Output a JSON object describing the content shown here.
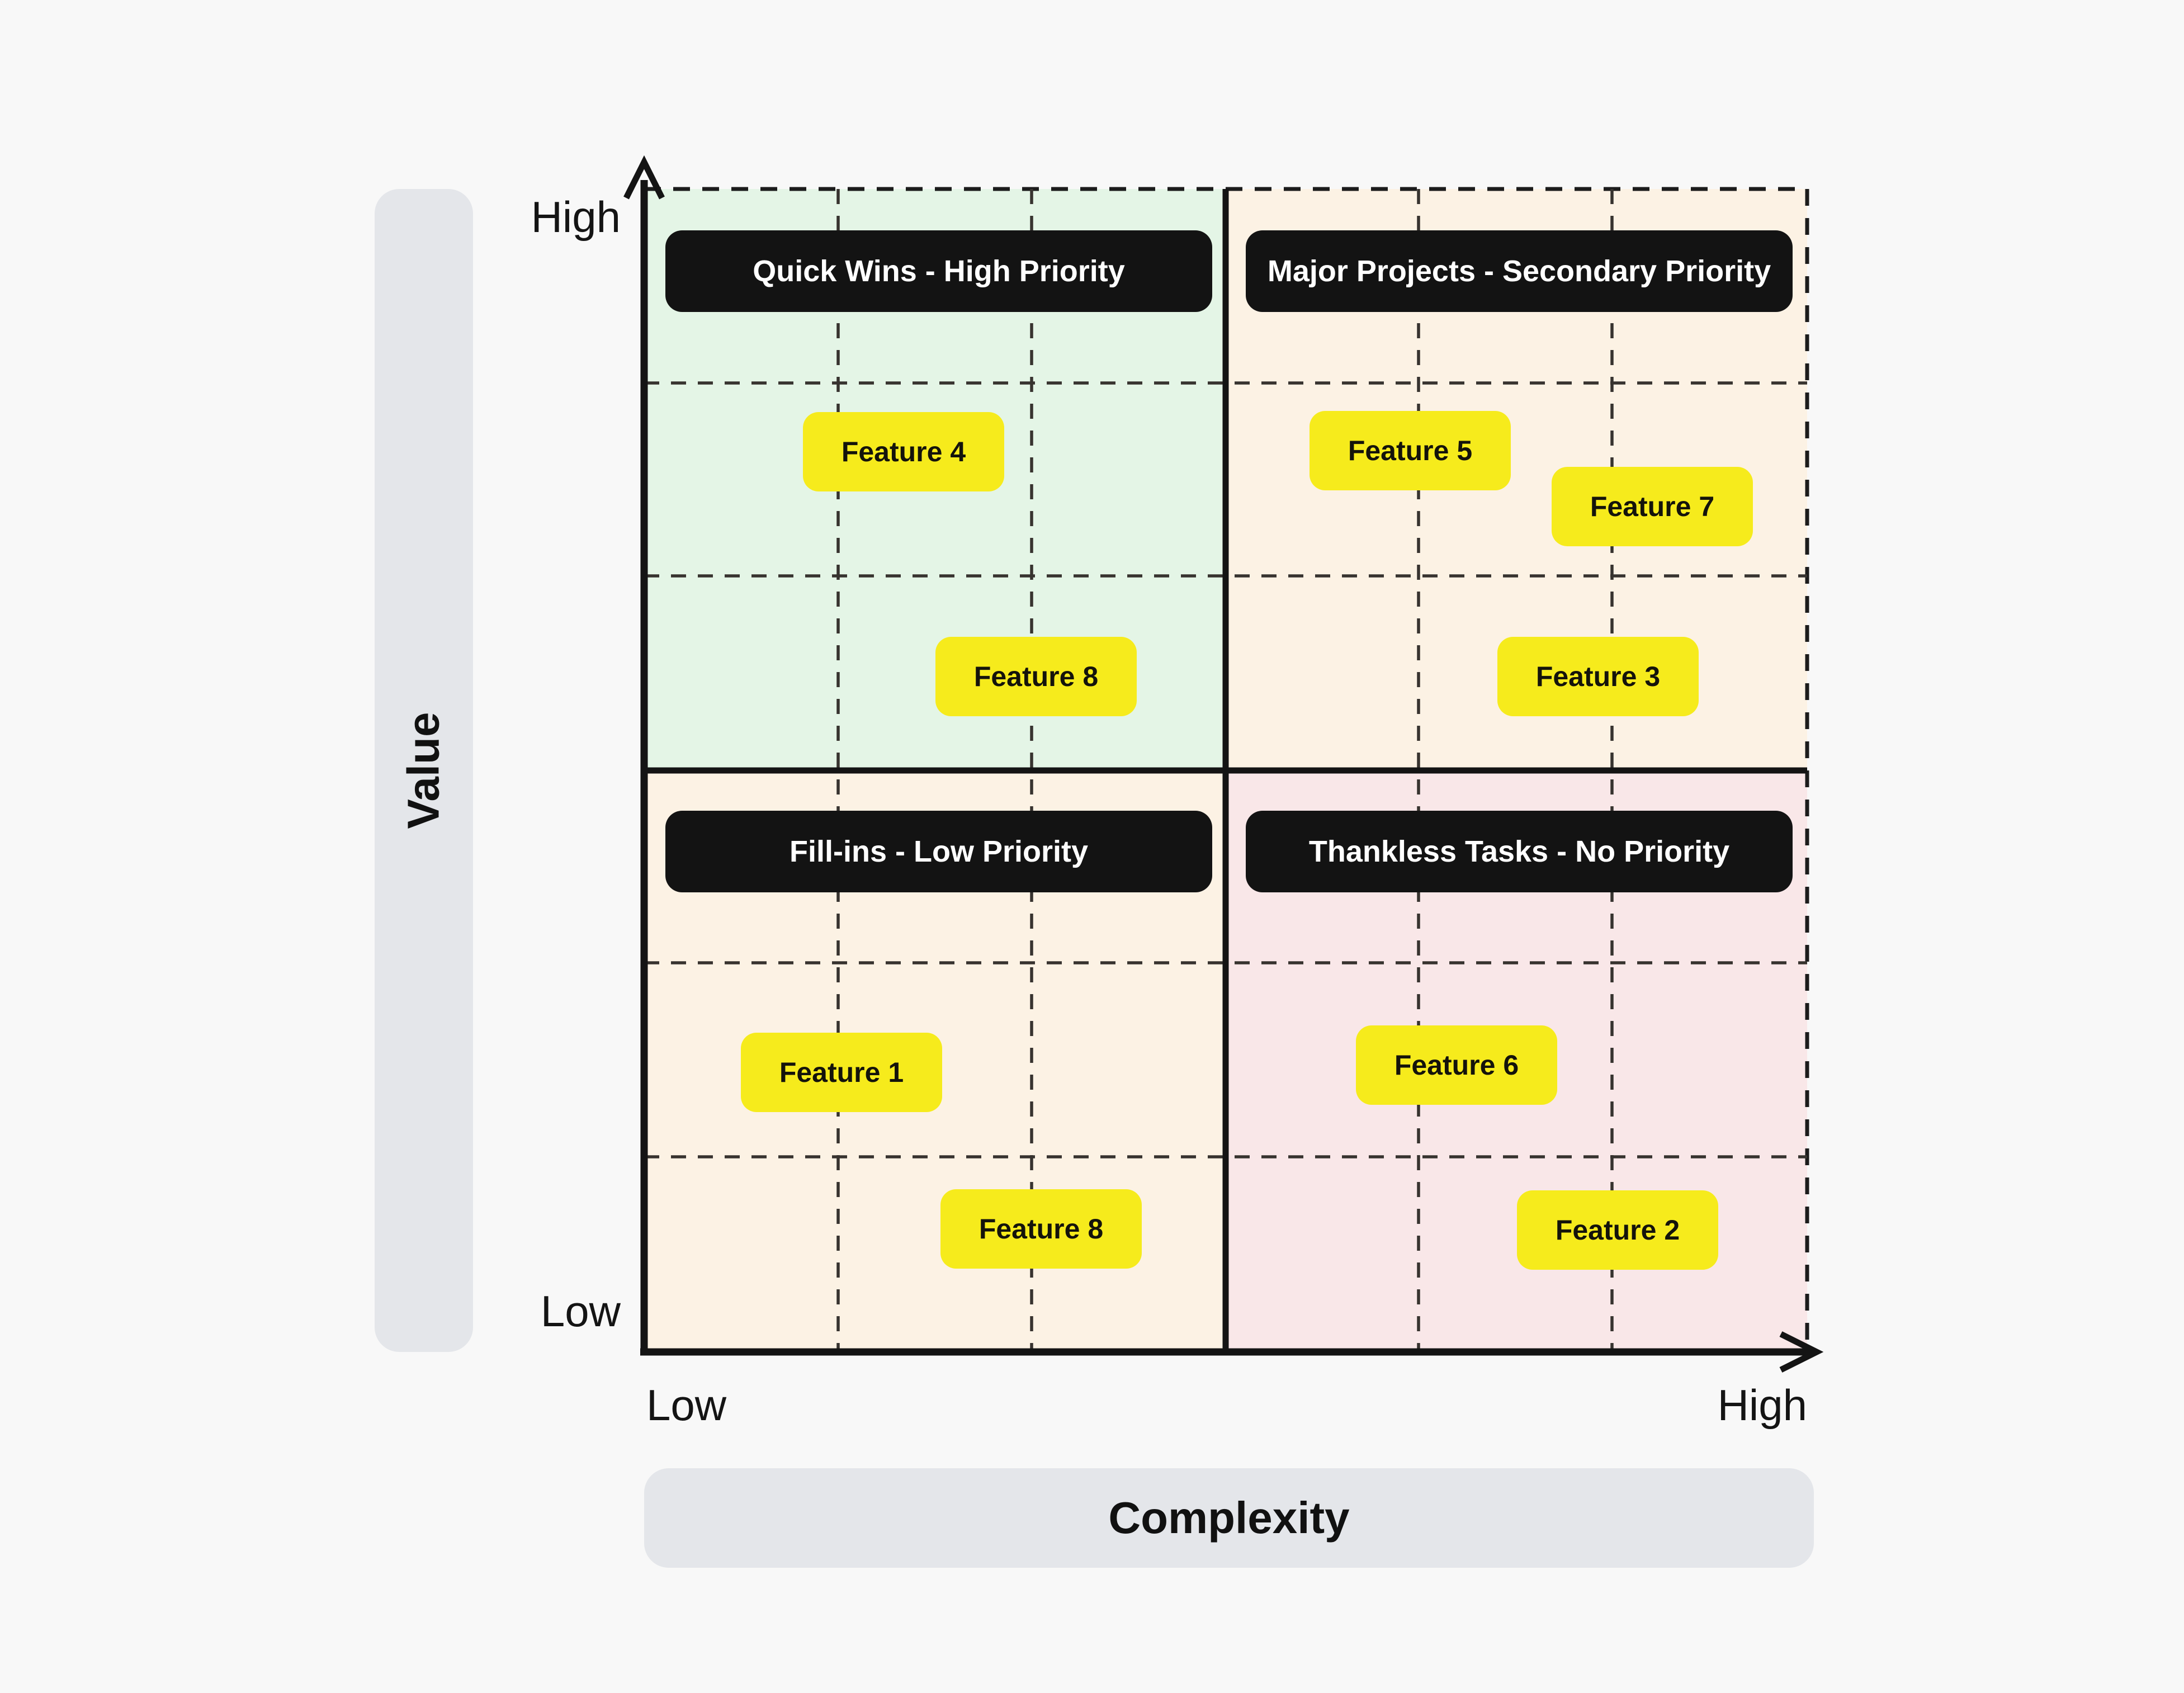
{
  "page": {
    "background": "#f8f8f8"
  },
  "colors": {
    "quadrant_green": "#e4f5e6",
    "quadrant_cream": "#fcf2e4",
    "quadrant_pink": "#f9e7e8",
    "note_yellow": "#f6eb1c",
    "header_pill_black": "#131313",
    "header_pill_text": "#ffffff",
    "axis_bar_gray": "#e4e6ea",
    "solid_line": "#141414",
    "dashed_line": "#37332f"
  },
  "axes": {
    "y_title": "Value",
    "x_title": "Complexity",
    "y_top_label": "High",
    "y_bottom_label": "Low",
    "x_left_label": "Low",
    "x_right_label": "High"
  },
  "quadrants": [
    {
      "label": "Quick Wins - High Priority"
    },
    {
      "label": "Major Projects - Secondary Priority"
    },
    {
      "label": "Fill-ins - Low Priority"
    },
    {
      "label": "Thankless Tasks - No Priority"
    }
  ],
  "chart_data": {
    "type": "quadrant-scatter",
    "title": "",
    "x_axis": {
      "title": "Complexity",
      "min_label": "Low",
      "max_label": "High",
      "range": [
        0,
        1
      ]
    },
    "y_axis": {
      "title": "Value",
      "min_label": "Low",
      "max_label": "High",
      "range": [
        0,
        1
      ]
    },
    "quadrant_labels": {
      "top_left": "Quick Wins - High Priority",
      "top_right": "Major Projects - Secondary Priority",
      "bottom_left": "Fill-ins - Low Priority",
      "bottom_right": "Thankless Tasks - No Priority"
    },
    "grid": "dashed thirds per quadrant, solid quadrant dividers",
    "legend": "none",
    "points": [
      {
        "label": "Feature 4",
        "x": 0.22,
        "y": 0.77
      },
      {
        "label": "Feature 8",
        "x": 0.34,
        "y": 0.58
      },
      {
        "label": "Feature 5",
        "x": 0.66,
        "y": 0.77
      },
      {
        "label": "Feature 7",
        "x": 0.87,
        "y": 0.73
      },
      {
        "label": "Feature 3",
        "x": 0.82,
        "y": 0.58
      },
      {
        "label": "Feature 1",
        "x": 0.17,
        "y": 0.24
      },
      {
        "label": "Feature 8",
        "x": 0.34,
        "y": 0.1
      },
      {
        "label": "Feature 6",
        "x": 0.7,
        "y": 0.25
      },
      {
        "label": "Feature 2",
        "x": 0.84,
        "y": 0.1
      }
    ]
  }
}
